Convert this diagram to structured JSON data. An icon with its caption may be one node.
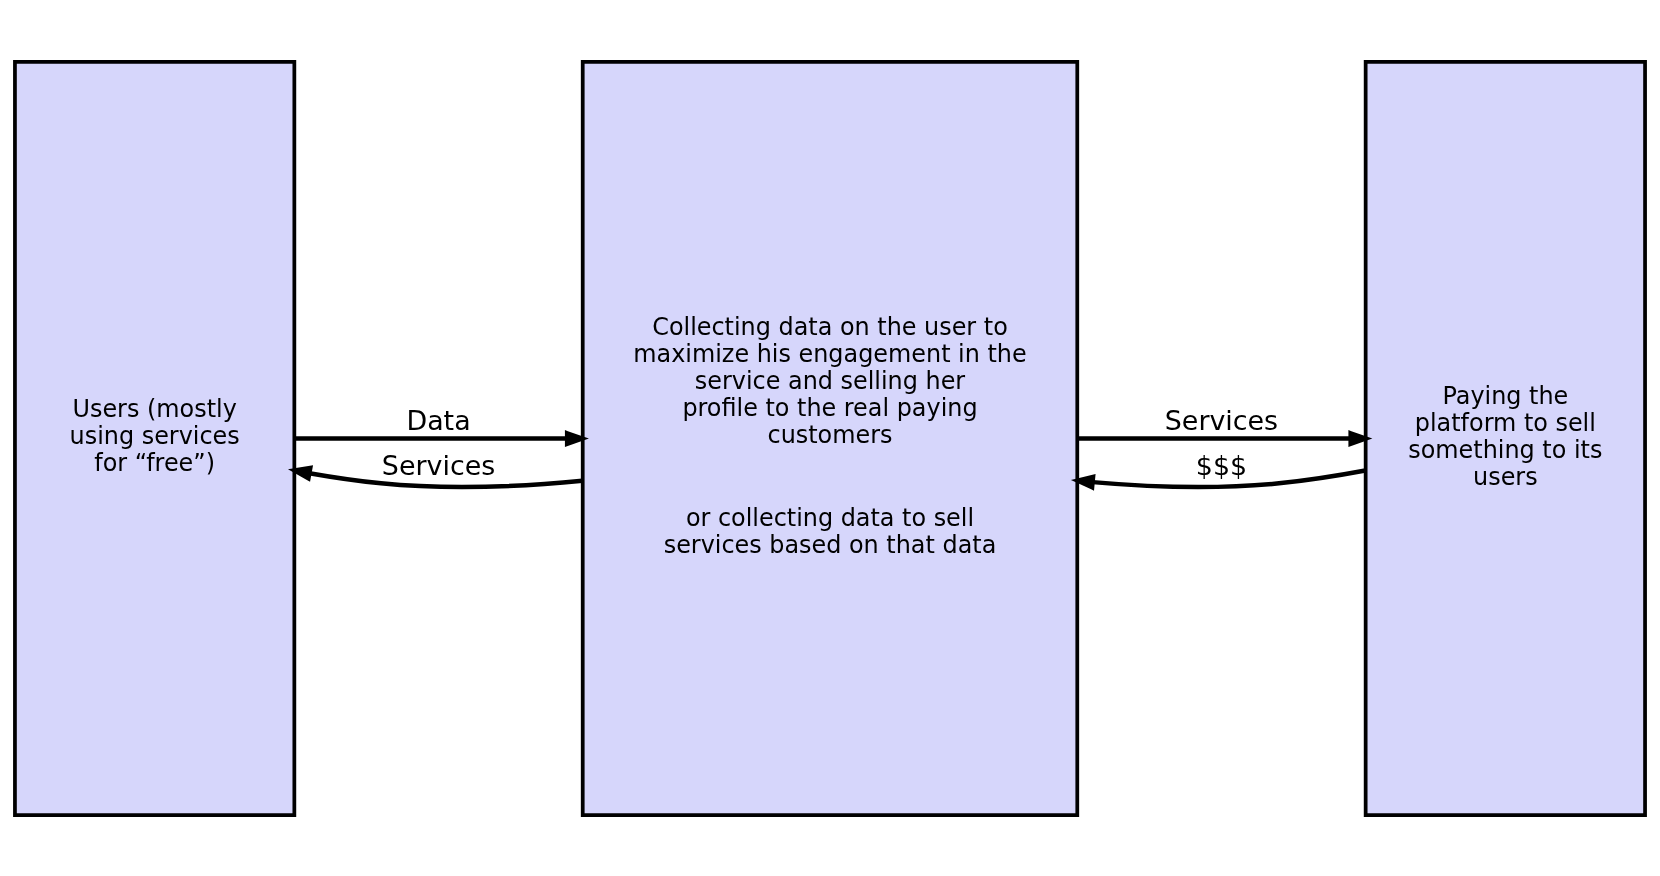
{
  "diagram": {
    "nodes": [
      {
        "text": [
          "Users (mostly using services for “free”)"
        ]
      },
      {
        "text": [
          "Collecting data on the user to maximize his engagement in the service and selling her profile to the real paying customers",
          "or collecting data to sell services based on that data"
        ]
      },
      {
        "text": [
          "Paying the platform to sell something to its users"
        ]
      }
    ],
    "edges": [
      {
        "from": 0,
        "to": 1,
        "arrow": "to",
        "label": "Data"
      },
      {
        "from": 1,
        "to": 0,
        "arrow": "to",
        "label": "Services"
      },
      {
        "from": 1,
        "to": 2,
        "arrow": "to",
        "label": "Services"
      },
      {
        "from": 2,
        "to": 1,
        "arrow": "to",
        "label": "$$$"
      }
    ]
  }
}
